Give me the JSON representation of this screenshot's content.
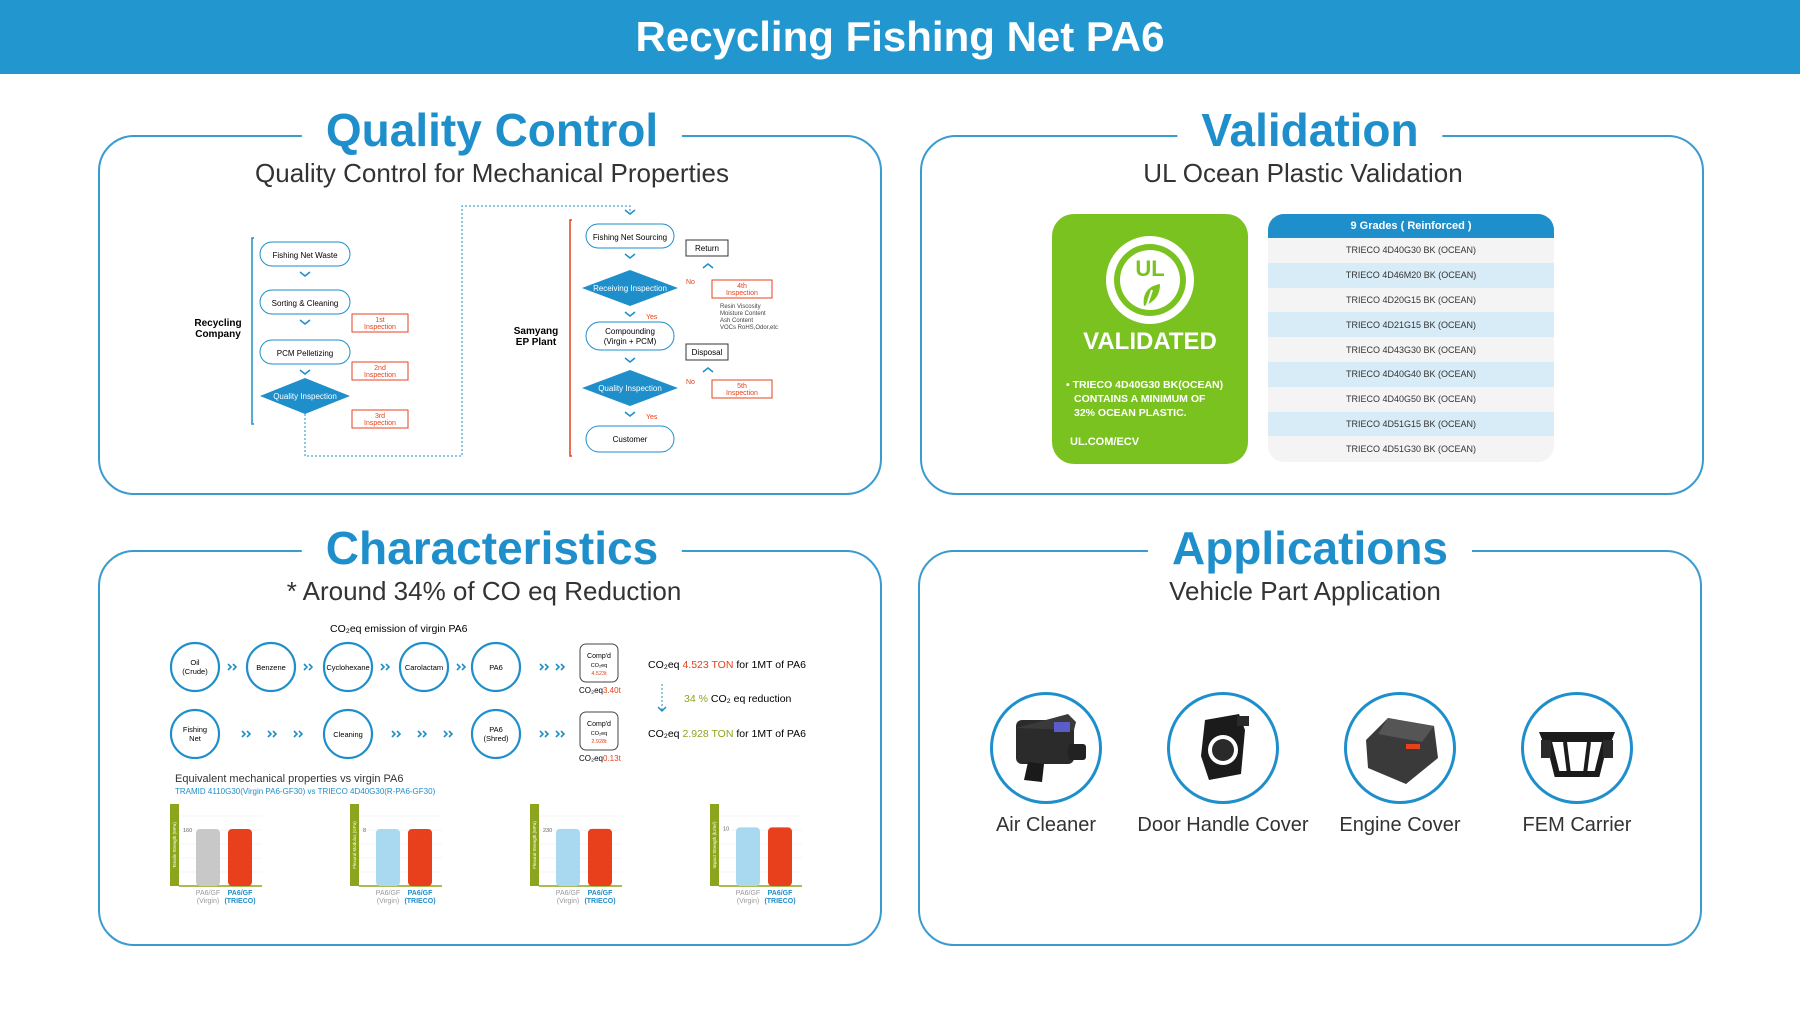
{
  "banner": {
    "title": "Recycling Fishing Net PA6"
  },
  "quality": {
    "title": "Quality Control",
    "subtitle": "Quality Control for Mechanical Properties",
    "recycler": {
      "label1": "Recycling",
      "label2": "Company",
      "steps": [
        "Fishing Net Waste",
        "Sorting & Cleaning",
        "PCM Pelletizing"
      ],
      "decision": "Quality Inspection",
      "inspections": [
        [
          "1st",
          "Inspection"
        ],
        [
          "2nd",
          "Inspection"
        ],
        [
          "3rd",
          "Inspection"
        ]
      ]
    },
    "plant": {
      "label1": "Samyang",
      "label2": "EP Plant",
      "sourcing": "Fishing Net Sourcing",
      "receiving": "Receiving Inspection",
      "compounding1": "Compounding",
      "compounding2": "(Virgin + PCM)",
      "quality": "Quality Inspection",
      "customer": "Customer",
      "return": "Return",
      "disposal": "Disposal",
      "no": "No",
      "yes": "Yes",
      "insp4": [
        "4th",
        "Inspection"
      ],
      "insp5": [
        "5th",
        "Inspection"
      ],
      "checks": [
        "Resin Viscosity",
        "Moisture Content",
        "Ash Content",
        "VOCs RoHS,Odor,etc"
      ]
    }
  },
  "validation": {
    "title": "Validation",
    "subtitle": "UL Ocean Plastic Validation",
    "badge": {
      "logo": "UL",
      "validated": "VALIDATED",
      "claim": [
        "• TRIECO 4D40G30 BK(OCEAN)",
        "CONTAINS A MINIMUM OF",
        "32% OCEAN PLASTIC."
      ],
      "url": "UL.COM/ECV"
    },
    "grades_header": "9 Grades ( Reinforced )",
    "grades": [
      "TRIECO 4D40G30 BK (OCEAN)",
      "TRIECO 4D46M20 BK (OCEAN)",
      "TRIECO 4D20G15 BK (OCEAN)",
      "TRIECO 4D21G15 BK (OCEAN)",
      "TRIECO 4D43G30 BK (OCEAN)",
      "TRIECO 4D40G40 BK (OCEAN)",
      "TRIECO 4D40G50 BK (OCEAN)",
      "TRIECO 4D51G15 BK (OCEAN)",
      "TRIECO 4D51G30 BK (OCEAN)"
    ]
  },
  "characteristics": {
    "title": "Characteristics",
    "subtitle": "* Around 34% of CO eq Reduction",
    "flow_title": "CO₂eq emission of virgin PA6",
    "row1": [
      [
        "Oil",
        "(Crude)"
      ],
      [
        "Benzene",
        ""
      ],
      [
        "Cyclohexane",
        ""
      ],
      [
        "Carolactam",
        ""
      ],
      [
        "PA6",
        ""
      ]
    ],
    "row2": [
      [
        "Fishing",
        "Net"
      ],
      [
        "Cleaning",
        ""
      ],
      [
        "PA6",
        "(Shred)"
      ]
    ],
    "compd": {
      "l1": "Comp'd",
      "l2": "CO₂eq",
      "v1": "4.523t",
      "v2": "2.928t"
    },
    "co2_label": "CO₂eq",
    "co2_virgin": "3.40t",
    "co2_recycled": "0.13t",
    "summary": {
      "pre": "CO₂eq",
      "v1": "4.523 TON",
      "post": "for 1MT of PA6",
      "pct": "34 %",
      "red": "CO₂ eq reduction",
      "v2": "2.928 TON"
    },
    "mech_title": "Equivalent mechanical properties vs virgin PA6",
    "mech_sub": "TRAMID 4110G30(Virgin PA6-GF30) vs TRIECO 4D40G30(R-PA6-GF30)",
    "bar_labels": {
      "v1": "PA6/GF",
      "v2": "(Virgin)",
      "t1": "PA6/GF",
      "t2": "(TRIECO)"
    }
  },
  "chart_data": [
    {
      "type": "bar",
      "ylabel": "Tensile Strength (MPa)",
      "tick": "160",
      "categories": [
        "PA6/GF (Virgin)",
        "PA6/GF (TRIECO)"
      ],
      "values": [
        160,
        160
      ],
      "ylim": [
        0,
        230
      ]
    },
    {
      "type": "bar",
      "ylabel": "Flexural Modulus (GPa)",
      "tick": "8",
      "categories": [
        "PA6/GF (Virgin)",
        "PA6/GF (TRIECO)"
      ],
      "values": [
        8,
        8
      ],
      "ylim": [
        0,
        11.5
      ]
    },
    {
      "type": "bar",
      "ylabel": "Flexural Strength (MPa)",
      "tick": "230",
      "categories": [
        "PA6/GF (Virgin)",
        "PA6/GF (TRIECO)"
      ],
      "values": [
        230,
        230
      ],
      "ylim": [
        0,
        330
      ]
    },
    {
      "type": "bar",
      "ylabel": "Impact Strength (kJ/m²)",
      "tick": "10",
      "categories": [
        "PA6/GF (Virgin)",
        "PA6/GF (TRIECO)"
      ],
      "values": [
        10,
        10
      ],
      "ylim": [
        0,
        14
      ]
    }
  ],
  "applications": {
    "title": "Applications",
    "subtitle": "Vehicle Part Application",
    "items": [
      {
        "label": "Air Cleaner",
        "icon": "air-cleaner-icon"
      },
      {
        "label": "Door Handle Cover",
        "icon": "door-handle-cover-icon"
      },
      {
        "label": "Engine Cover",
        "icon": "engine-cover-icon"
      },
      {
        "label": "FEM Carrier",
        "icon": "fem-carrier-icon"
      }
    ]
  },
  "colors": {
    "blue": "#1e8fcb",
    "orange": "#e8401c",
    "green": "#7ac21f",
    "olive": "#8ba61c",
    "lightblue": "#a8d9f0",
    "gray": "#c8c8c8"
  }
}
